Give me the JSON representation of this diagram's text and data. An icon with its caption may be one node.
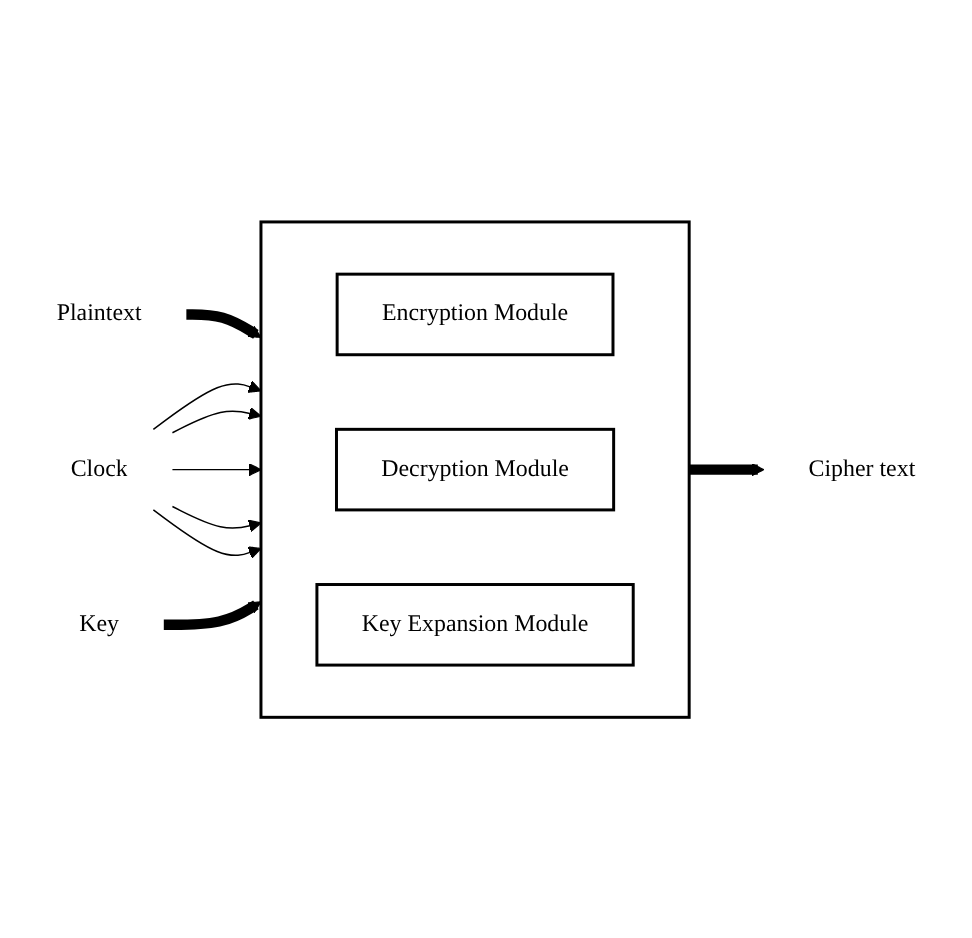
{
  "diagram": {
    "nodes": [
      {
        "text": [],
        "shape": "box"
      },
      {
        "text": [
          "Encryption Module"
        ],
        "in": 0
      },
      {
        "text": [
          "Decryption Module"
        ],
        "in": 0
      },
      {
        "text": [
          "Key Expansion Module"
        ],
        "in": 0
      },
      {
        "text": [
          "Plaintext"
        ]
      },
      {
        "text": [
          "Clock"
        ]
      },
      {
        "text": [
          "Key"
        ]
      },
      {
        "text": [
          "Cipher text"
        ]
      }
    ],
    "edges": [
      {
        "from": 4,
        "to": 0,
        "arrow": "to",
        "style": "thick"
      },
      {
        "from": 5,
        "to": 0,
        "arrow": "to"
      },
      {
        "from": 5,
        "to": 0,
        "arrow": "to"
      },
      {
        "from": 5,
        "to": 0,
        "arrow": "to"
      },
      {
        "from": 5,
        "to": 0,
        "arrow": "to"
      },
      {
        "from": 5,
        "to": 0,
        "arrow": "to"
      },
      {
        "from": 6,
        "to": 0,
        "arrow": "to",
        "style": "thick"
      },
      {
        "from": 0,
        "to": 7,
        "arrow": "to",
        "style": "thick"
      }
    ]
  }
}
